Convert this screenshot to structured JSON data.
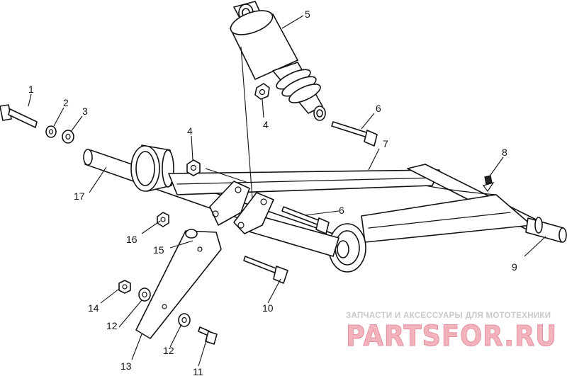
{
  "diagram": {
    "callouts": [
      {
        "id": "c1",
        "label": "1"
      },
      {
        "id": "c2",
        "label": "2"
      },
      {
        "id": "c3",
        "label": "3"
      },
      {
        "id": "c4a",
        "label": "4"
      },
      {
        "id": "c4b",
        "label": "4"
      },
      {
        "id": "c5",
        "label": "5"
      },
      {
        "id": "c6a",
        "label": "6"
      },
      {
        "id": "c6b",
        "label": "6"
      },
      {
        "id": "c7",
        "label": "7"
      },
      {
        "id": "c8",
        "label": "8"
      },
      {
        "id": "c9",
        "label": "9"
      },
      {
        "id": "c10",
        "label": "10"
      },
      {
        "id": "c11",
        "label": "11"
      },
      {
        "id": "c12a",
        "label": "12"
      },
      {
        "id": "c12b",
        "label": "12"
      },
      {
        "id": "c13",
        "label": "13"
      },
      {
        "id": "c14",
        "label": "14"
      },
      {
        "id": "c15",
        "label": "15"
      },
      {
        "id": "c16",
        "label": "16"
      },
      {
        "id": "c17",
        "label": "17"
      }
    ]
  },
  "watermark": {
    "tagline": "ЗАПЧАСТИ И АКСЕССУАРЫ ДЛЯ МОТОТЕХНИКИ",
    "logo": "PARTSFOR.RU"
  }
}
